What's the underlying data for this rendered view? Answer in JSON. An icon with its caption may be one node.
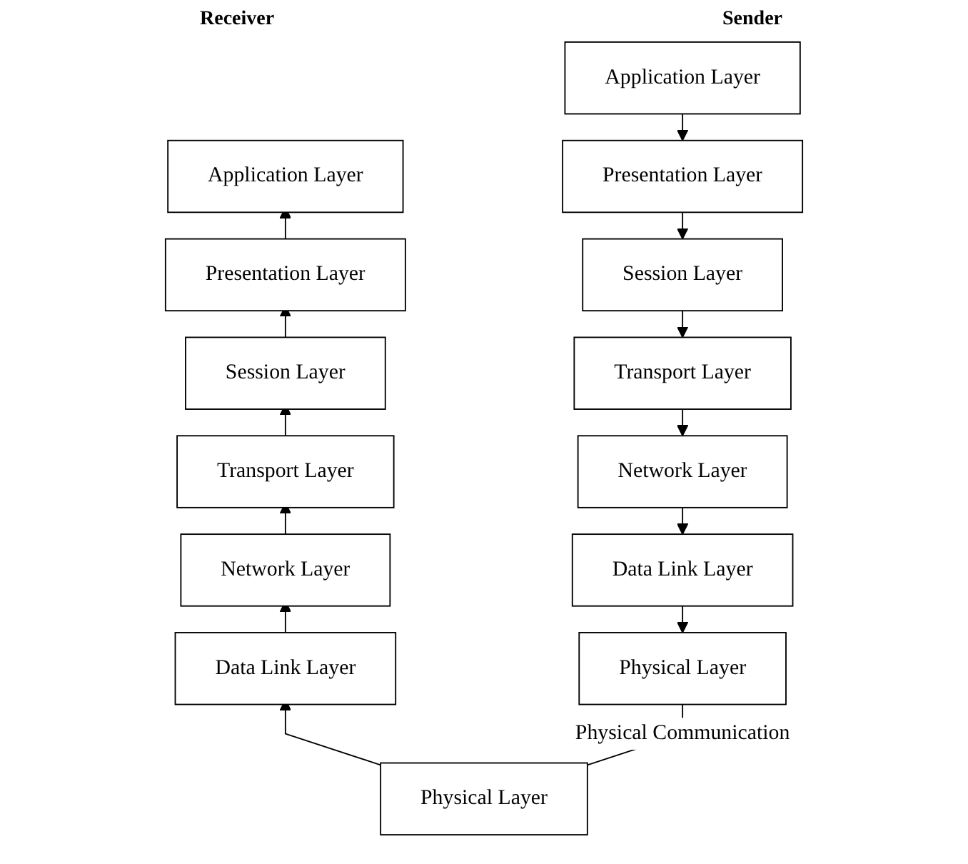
{
  "diagram": {
    "nodes": [
      {
        "text": [
          "Application Layer"
        ]
      },
      {
        "text": [
          "Presentation Layer"
        ]
      },
      {
        "text": [
          "Session Layer"
        ]
      },
      {
        "text": [
          "Transport Layer"
        ]
      },
      {
        "text": [
          "Network Layer"
        ]
      },
      {
        "text": [
          "Data Link Layer"
        ]
      },
      {
        "text": [
          "Physical Layer"
        ]
      },
      {
        "text": [
          "Application Layer"
        ]
      },
      {
        "text": [
          "Presentation Layer"
        ]
      },
      {
        "text": [
          "Session Layer"
        ]
      },
      {
        "text": [
          "Transport Layer"
        ]
      },
      {
        "text": [
          "Network Layer"
        ]
      },
      {
        "text": [
          "Data Link Layer"
        ]
      },
      {
        "text": [
          "Physical Layer"
        ]
      }
    ],
    "edges": [
      {
        "from": 0,
        "to": 1,
        "arrow": "to"
      },
      {
        "from": 1,
        "to": 2,
        "arrow": "to"
      },
      {
        "from": 2,
        "to": 3,
        "arrow": "to"
      },
      {
        "from": 3,
        "to": 4,
        "arrow": "to"
      },
      {
        "from": 4,
        "to": 5,
        "arrow": "to"
      },
      {
        "from": 5,
        "to": 6,
        "arrow": "to"
      },
      {
        "from": 8,
        "to": 7,
        "arrow": "to"
      },
      {
        "from": 9,
        "to": 8,
        "arrow": "to"
      },
      {
        "from": 10,
        "to": 9,
        "arrow": "to"
      },
      {
        "from": 11,
        "to": 10,
        "arrow": "to"
      },
      {
        "from": 12,
        "to": 11,
        "arrow": "to"
      },
      {
        "from": 13,
        "to": 12,
        "arrow": "to"
      },
      {
        "from": 6,
        "to": 13,
        "arrow": "none",
        "label": "Physical Communication"
      }
    ],
    "labels": [
      "Sender",
      "Receiver"
    ]
  }
}
